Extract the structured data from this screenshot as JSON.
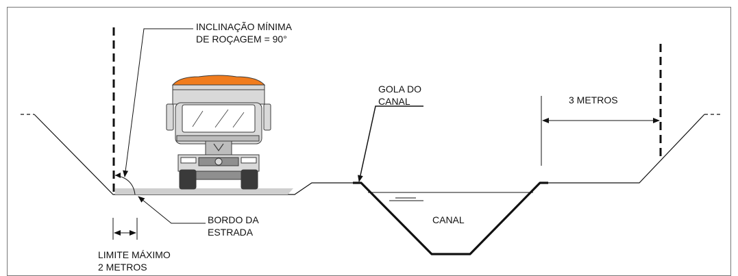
{
  "labels": {
    "inclinacao_line1": "INCLINAÇÃO MÍNIMA",
    "inclinacao_line2": "DE ROÇAGEM = 90°",
    "gola_line1": "GOLA DO",
    "gola_line2": "CANAL",
    "tres_metros": "3 METROS",
    "canal": "CANAL",
    "bordo_line1": "BORDO DA",
    "bordo_line2": "ESTRADA",
    "limite_line1": "LIMITE MÁXIMO",
    "limite_line2": "2 METROS"
  },
  "colors": {
    "line": "#111111",
    "road_fill": "#cfcfcf",
    "truck_body": "#d9d9d9",
    "truck_dark": "#3a3a3a",
    "cargo": "#f07c1e",
    "frame": "#777777"
  }
}
